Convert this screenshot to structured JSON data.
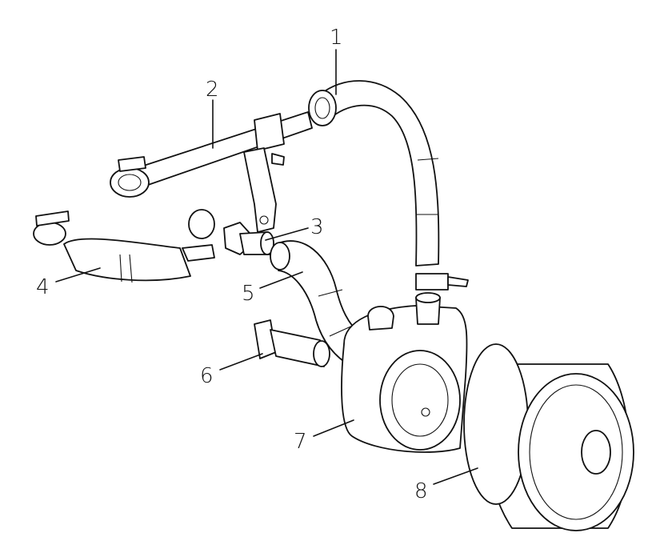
{
  "diagram": {
    "type": "exploded parts view",
    "callouts": [
      {
        "id": "1",
        "label": "1"
      },
      {
        "id": "2",
        "label": "2"
      },
      {
        "id": "3",
        "label": "3"
      },
      {
        "id": "4",
        "label": "4"
      },
      {
        "id": "5",
        "label": "5"
      },
      {
        "id": "6",
        "label": "6"
      },
      {
        "id": "7",
        "label": "7"
      },
      {
        "id": "8",
        "label": "8"
      }
    ],
    "colors": {
      "line": "#111111",
      "background": "#ffffff"
    }
  }
}
